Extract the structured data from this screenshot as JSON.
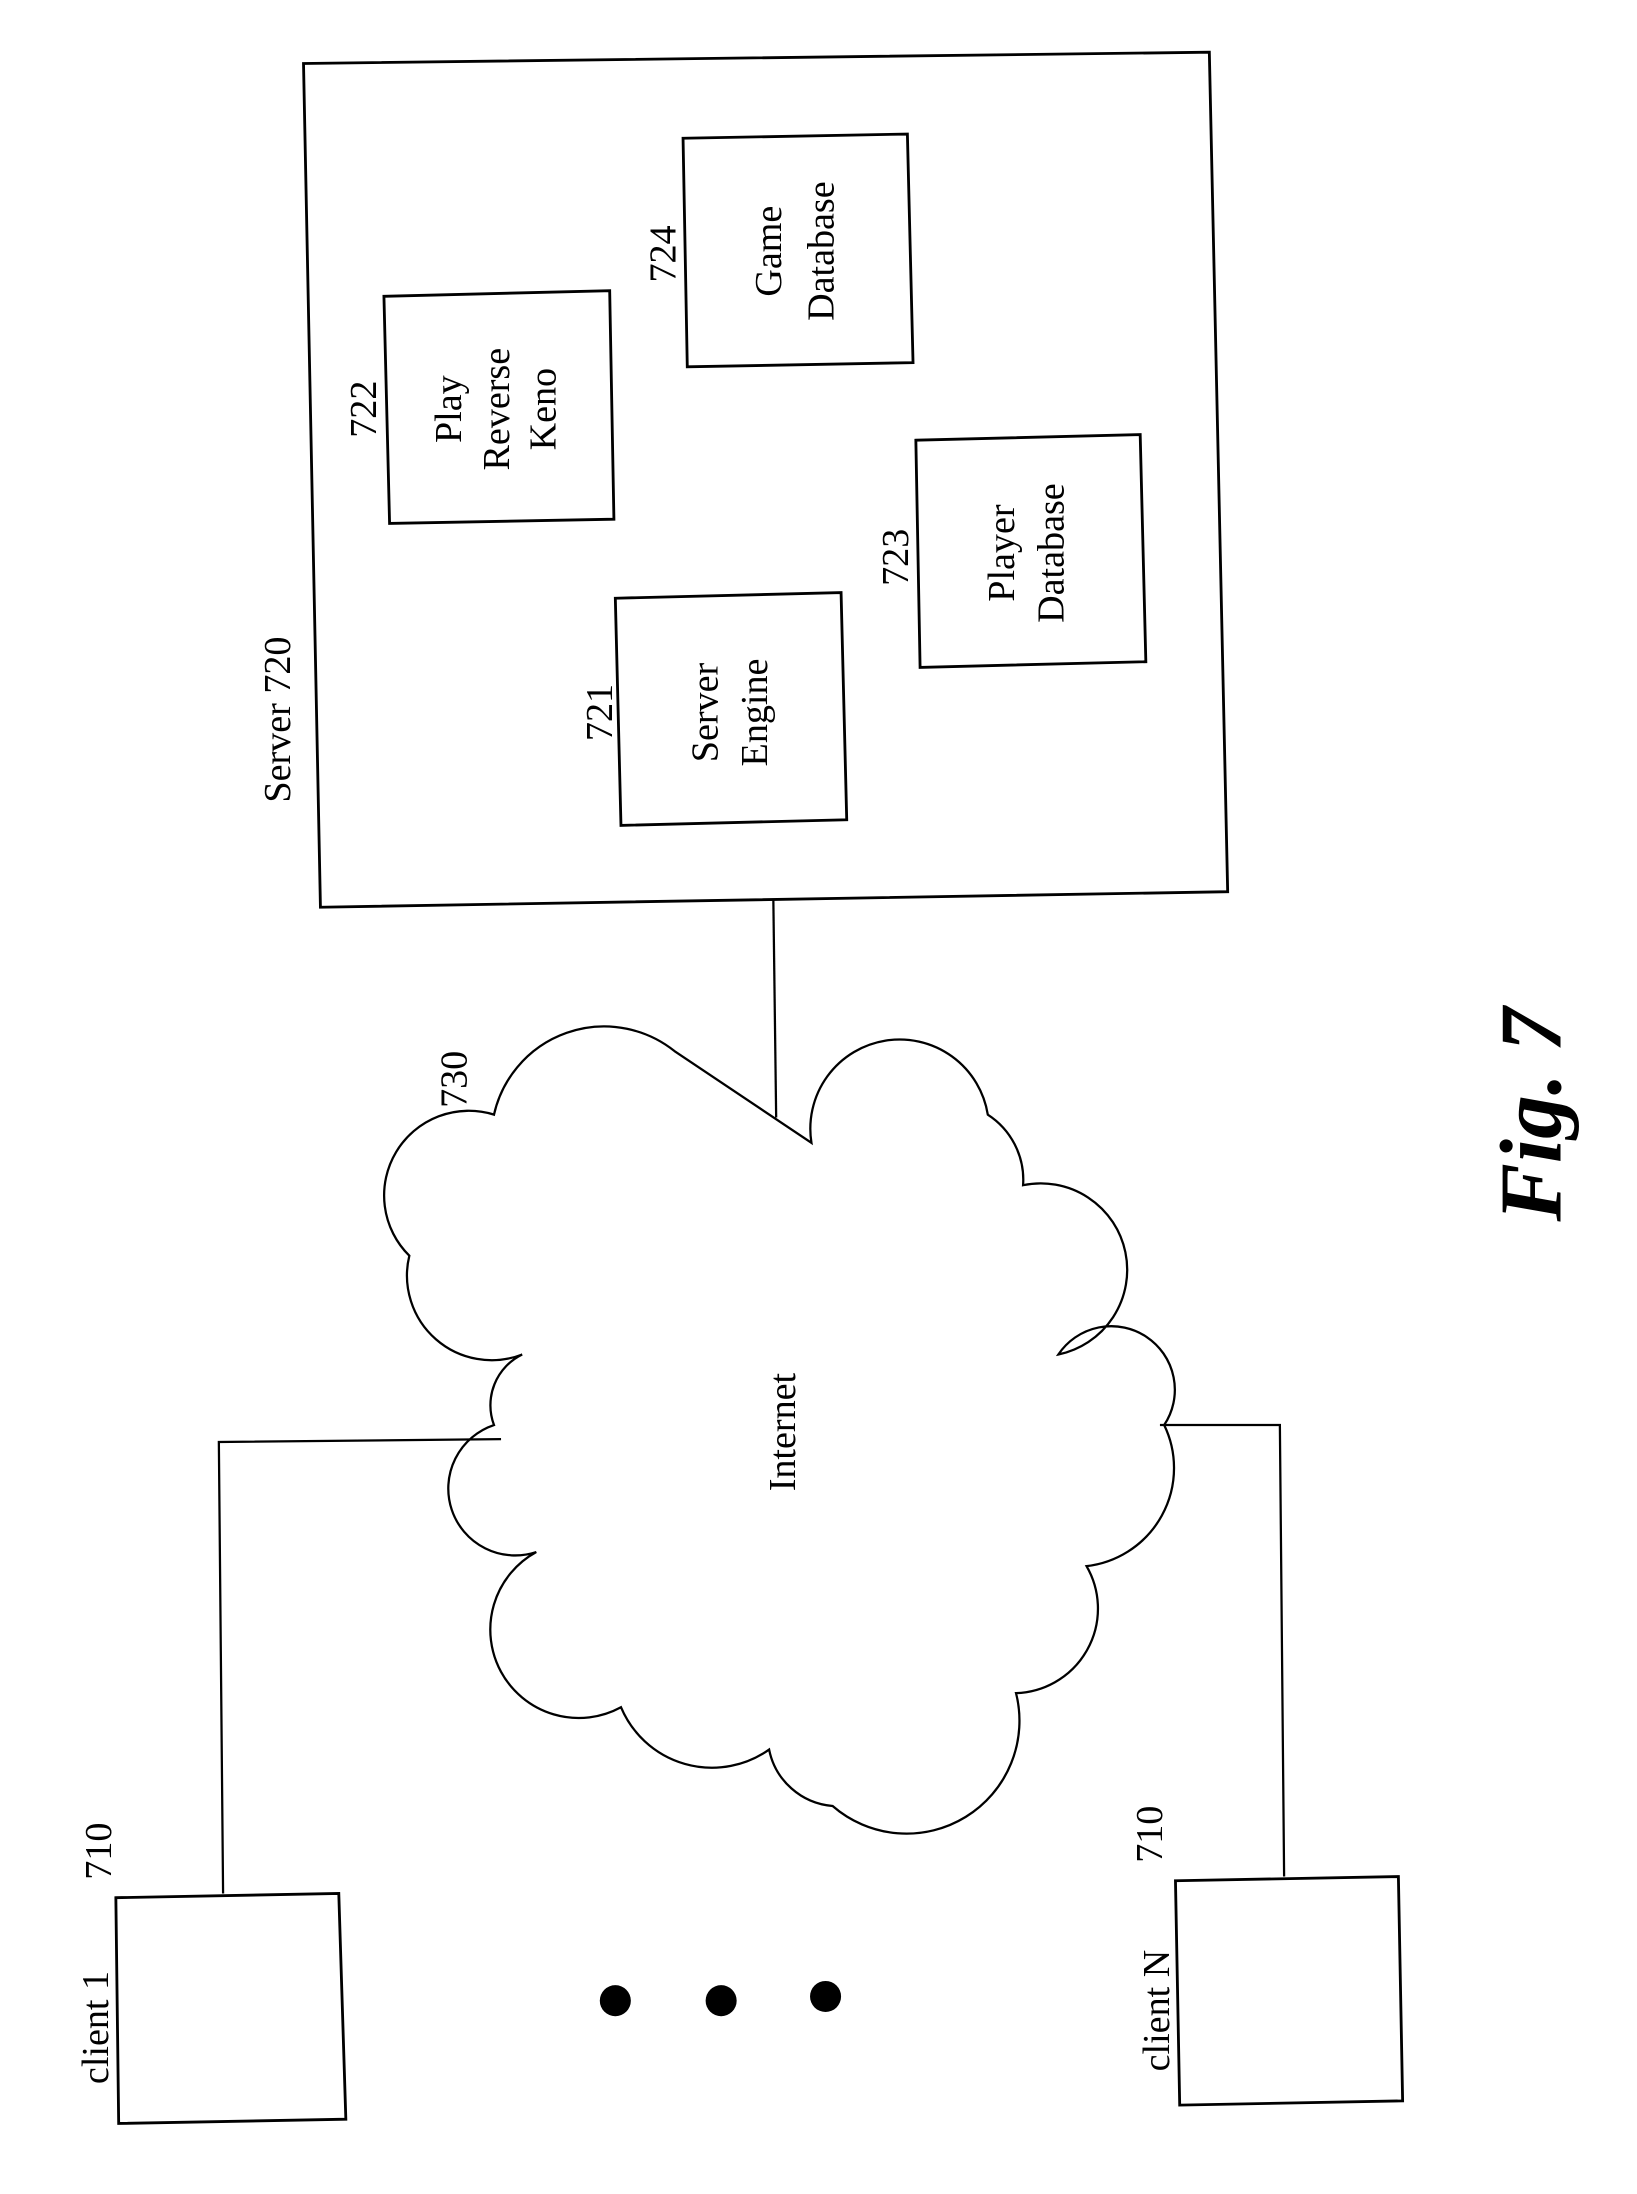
{
  "server": {
    "label": "Server 720"
  },
  "components": [
    {
      "ref": "722",
      "lines": [
        "Play",
        "Reverse",
        "Keno"
      ]
    },
    {
      "ref": "724",
      "lines": [
        "Game",
        "Database"
      ]
    },
    {
      "ref": "721",
      "lines": [
        "Server",
        "Engine"
      ]
    },
    {
      "ref": "723",
      "lines": [
        "Player",
        "Database"
      ]
    }
  ],
  "network": {
    "ref": "730",
    "label": "Internet"
  },
  "clients": [
    {
      "label": "client 1",
      "ref": "710"
    },
    {
      "label": "client N",
      "ref": "710"
    }
  ],
  "figure": {
    "caption": "Fig. 7"
  }
}
